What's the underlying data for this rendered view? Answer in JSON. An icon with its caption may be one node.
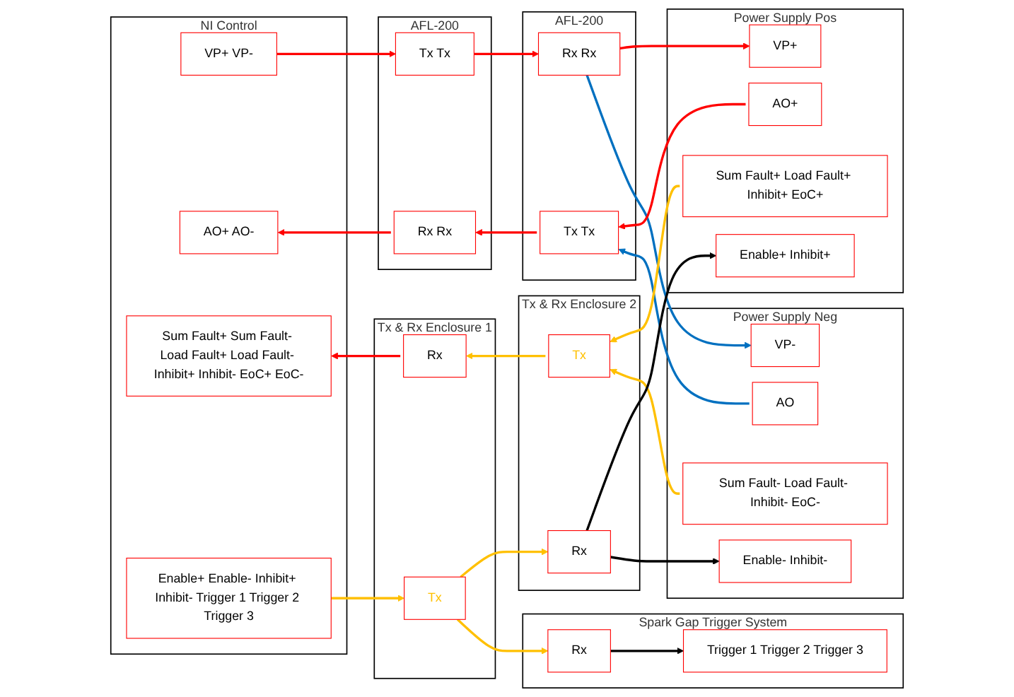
{
  "diagram": {
    "nodes": [
      {
        "text": [
          "NI Control"
        ]
      },
      {
        "text": [
          "VP+ VP-"
        ],
        "in": 0
      },
      {
        "text": [
          "AO+ AO-"
        ],
        "in": 0
      },
      {
        "text": [
          "Sum Fault+ Sum Fault- Load Fault+ Load Fault- Inhibit+ Inhibit- EoC+ EoC-"
        ],
        "in": 0
      },
      {
        "text": [
          "Enable+ Enable- Inhibit+ Inhibit- Trigger 1 Trigger 2 Trigger 3"
        ],
        "in": 0
      },
      {
        "text": [
          "AFL-200"
        ]
      },
      {
        "text": [
          "Tx Tx"
        ],
        "in": 5
      },
      {
        "text": [
          "Rx Rx"
        ],
        "in": 5
      },
      {
        "text": [
          "AFL-200"
        ]
      },
      {
        "text": [
          "Rx Rx"
        ],
        "in": 8
      },
      {
        "text": [
          "Tx Tx"
        ],
        "in": 8
      },
      {
        "text": [
          "Tx & Rx Enclosure 1"
        ]
      },
      {
        "text": [
          "Rx"
        ],
        "in": 11
      },
      {
        "text": [
          "Tx"
        ],
        "in": 11
      },
      {
        "text": [
          "Tx & Rx Enclosure 2"
        ]
      },
      {
        "text": [
          "Tx"
        ],
        "in": 14
      },
      {
        "text": [
          "Rx"
        ],
        "in": 14
      },
      {
        "text": [
          "Power Supply Pos"
        ]
      },
      {
        "text": [
          "VP+"
        ],
        "in": 17
      },
      {
        "text": [
          "AO+"
        ],
        "in": 17
      },
      {
        "text": [
          "Sum Fault+ Load Fault+ Inhibit+ EoC+"
        ],
        "in": 17
      },
      {
        "text": [
          "Enable+ Inhibit+"
        ],
        "in": 17
      },
      {
        "text": [
          "Power Supply Neg"
        ]
      },
      {
        "text": [
          "VP-"
        ],
        "in": 22
      },
      {
        "text": [
          "AO"
        ],
        "in": 22
      },
      {
        "text": [
          "Sum Fault- Load Fault- Inhibit- EoC-"
        ],
        "in": 22
      },
      {
        "text": [
          "Enable- Inhibit-"
        ],
        "in": 22
      },
      {
        "text": [
          "Spark Gap Trigger System"
        ]
      },
      {
        "text": [
          "Rx"
        ],
        "in": 27
      },
      {
        "text": [
          "Trigger 1 Trigger 2 Trigger 3"
        ],
        "in": 27
      }
    ],
    "edges": [
      {
        "from": 1,
        "to": 6,
        "arrow": "to"
      },
      {
        "from": 6,
        "to": 9,
        "arrow": "to"
      },
      {
        "from": 9,
        "to": 18,
        "arrow": "to"
      },
      {
        "from": 9,
        "to": 23,
        "arrow": "to",
        "color": "#0070c0"
      },
      {
        "from": 19,
        "to": 10,
        "arrow": "to"
      },
      {
        "from": 24,
        "to": 10,
        "arrow": "to",
        "color": "#0070c0"
      },
      {
        "from": 10,
        "to": 7,
        "arrow": "to"
      },
      {
        "from": 7,
        "to": 2,
        "arrow": "to"
      },
      {
        "from": 12,
        "to": 3,
        "arrow": "to"
      },
      {
        "from": 15,
        "to": 12,
        "arrow": "to",
        "color": "#ffc000"
      },
      {
        "from": 20,
        "to": 15,
        "arrow": "to",
        "color": "#ffc000"
      },
      {
        "from": 25,
        "to": 15,
        "arrow": "to",
        "color": "#ffc000"
      },
      {
        "from": 4,
        "to": 13,
        "arrow": "to",
        "color": "#ffc000"
      },
      {
        "from": 13,
        "to": 16,
        "arrow": "to",
        "color": "#ffc000"
      },
      {
        "from": 13,
        "to": 28,
        "arrow": "to",
        "color": "#ffc000"
      },
      {
        "from": 16,
        "to": 21,
        "arrow": "to",
        "color": "#000000"
      },
      {
        "from": 16,
        "to": 26,
        "arrow": "to",
        "color": "#000000"
      },
      {
        "from": 28,
        "to": 29,
        "arrow": "to",
        "color": "#000000"
      }
    ]
  }
}
